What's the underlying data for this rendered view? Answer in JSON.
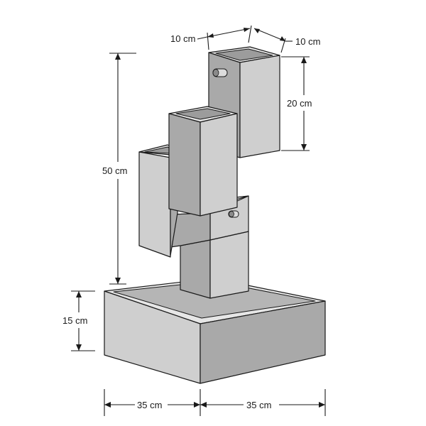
{
  "dimensions": {
    "top_width_left": "10 cm",
    "top_width_right": "10 cm",
    "column_height": "20 cm",
    "total_height": "50 cm",
    "base_height": "15 cm",
    "base_width_left": "35 cm",
    "base_width_right": "35 cm"
  },
  "colors": {
    "outline": "#1a1a1a",
    "front_face": "#cfcfcf",
    "side_face": "#a9a9a9",
    "top_face": "#e6e6e6"
  }
}
